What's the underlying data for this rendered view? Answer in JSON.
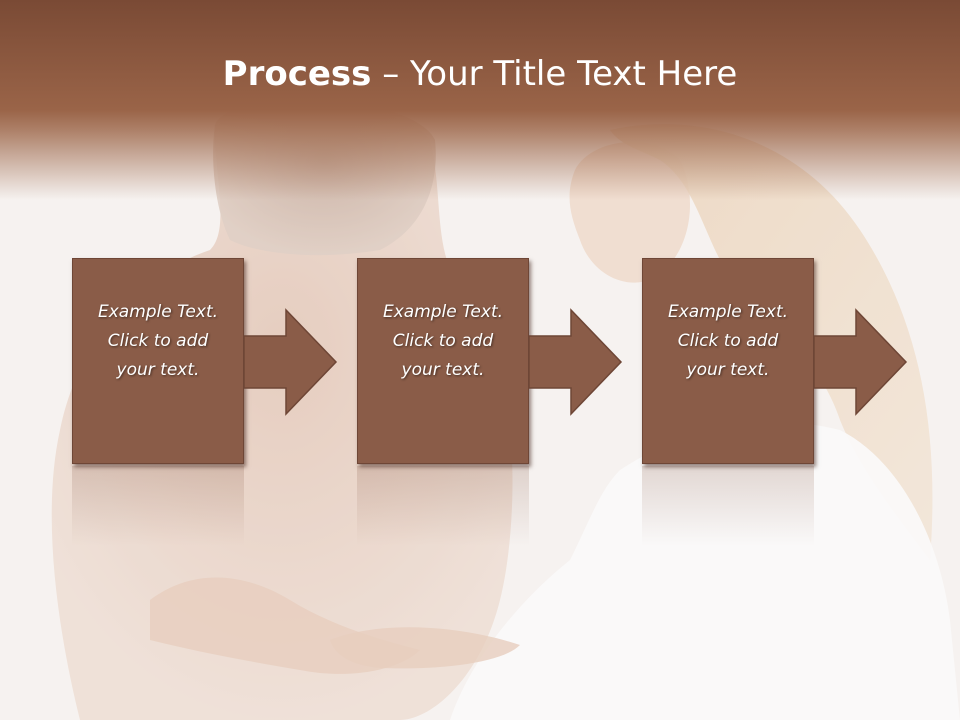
{
  "title": {
    "bold": "Process",
    "separator": " – ",
    "rest": "Your Title Text Here"
  },
  "steps": [
    {
      "lines": [
        "Example Text.",
        "Click  to add",
        "your text."
      ]
    },
    {
      "lines": [
        "Example Text.",
        "Click  to add",
        "your text."
      ]
    },
    {
      "lines": [
        "Example Text.",
        "Click  to add",
        "your text."
      ]
    }
  ],
  "colors": {
    "title_band": "#7a4a35",
    "box_fill": "#8a5c48",
    "text": "#ffffff"
  }
}
